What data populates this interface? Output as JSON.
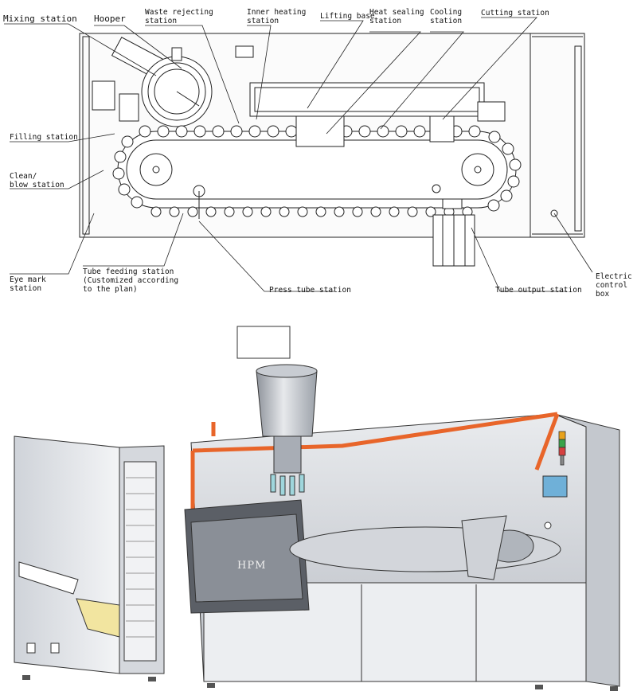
{
  "top_diagram": {
    "labels": {
      "mixing_station": "Mixing station",
      "hooper": "Hooper",
      "waste_rejecting": [
        "Waste rejecting",
        "station"
      ],
      "inner_heating": [
        "Inner heating",
        "station"
      ],
      "lifting_base": "Lifting base",
      "heat_sealing": [
        "Heat sealing",
        "station"
      ],
      "cooling": [
        "Cooling",
        "station"
      ],
      "cutting": "Cutting station",
      "filling": "Filling station",
      "clean_blow": [
        "Clean/",
        "blow station"
      ],
      "eye_mark": [
        "Eye mark",
        "station"
      ],
      "tube_feeding": [
        "Tube feeding station",
        "(Customized according",
        "to the plan)"
      ],
      "press_tube": "Press tube station",
      "tube_output": "Tube output station",
      "electric_box": [
        "Electric",
        "control",
        "box"
      ]
    }
  },
  "bottom_render": {
    "brand": "HPM"
  }
}
